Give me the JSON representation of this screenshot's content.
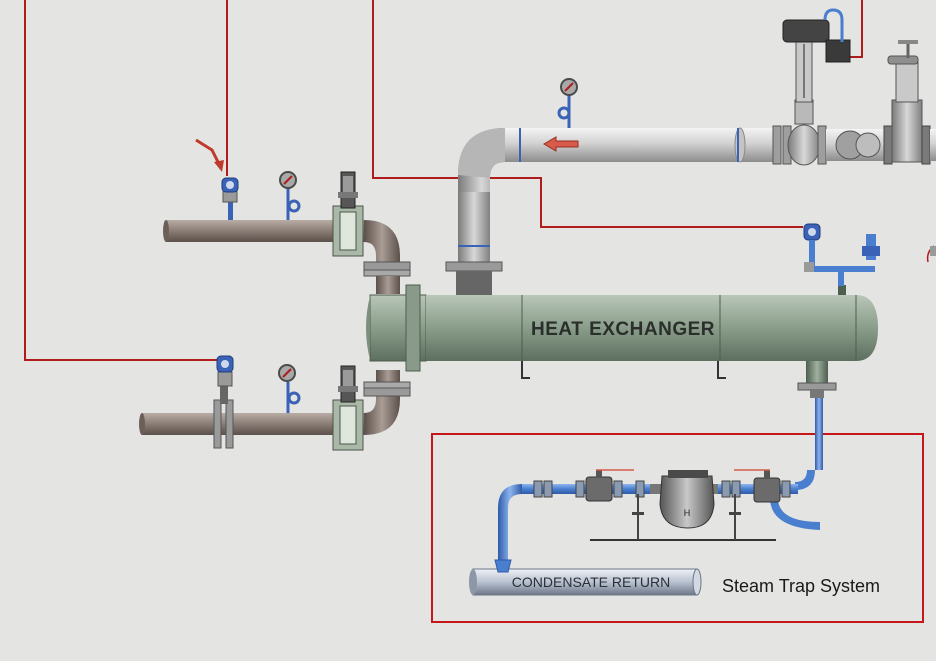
{
  "labels": {
    "heat_exchanger": "HEAT EXCHANGER",
    "condensate_return": "CONDENSATE RETURN",
    "steam_trap_system": "Steam Trap System"
  },
  "colors": {
    "background": "#e4e4e2",
    "signal_line": "#b01c1c",
    "steam_trap_box": "#c8171b",
    "steam_pipe": "#c0c0c0",
    "process_pipe": "#857870",
    "exchanger_shell": "#8ea08e",
    "condensate_pipe": "#4a7fd0",
    "flow_arrow": "#d85a4a"
  }
}
